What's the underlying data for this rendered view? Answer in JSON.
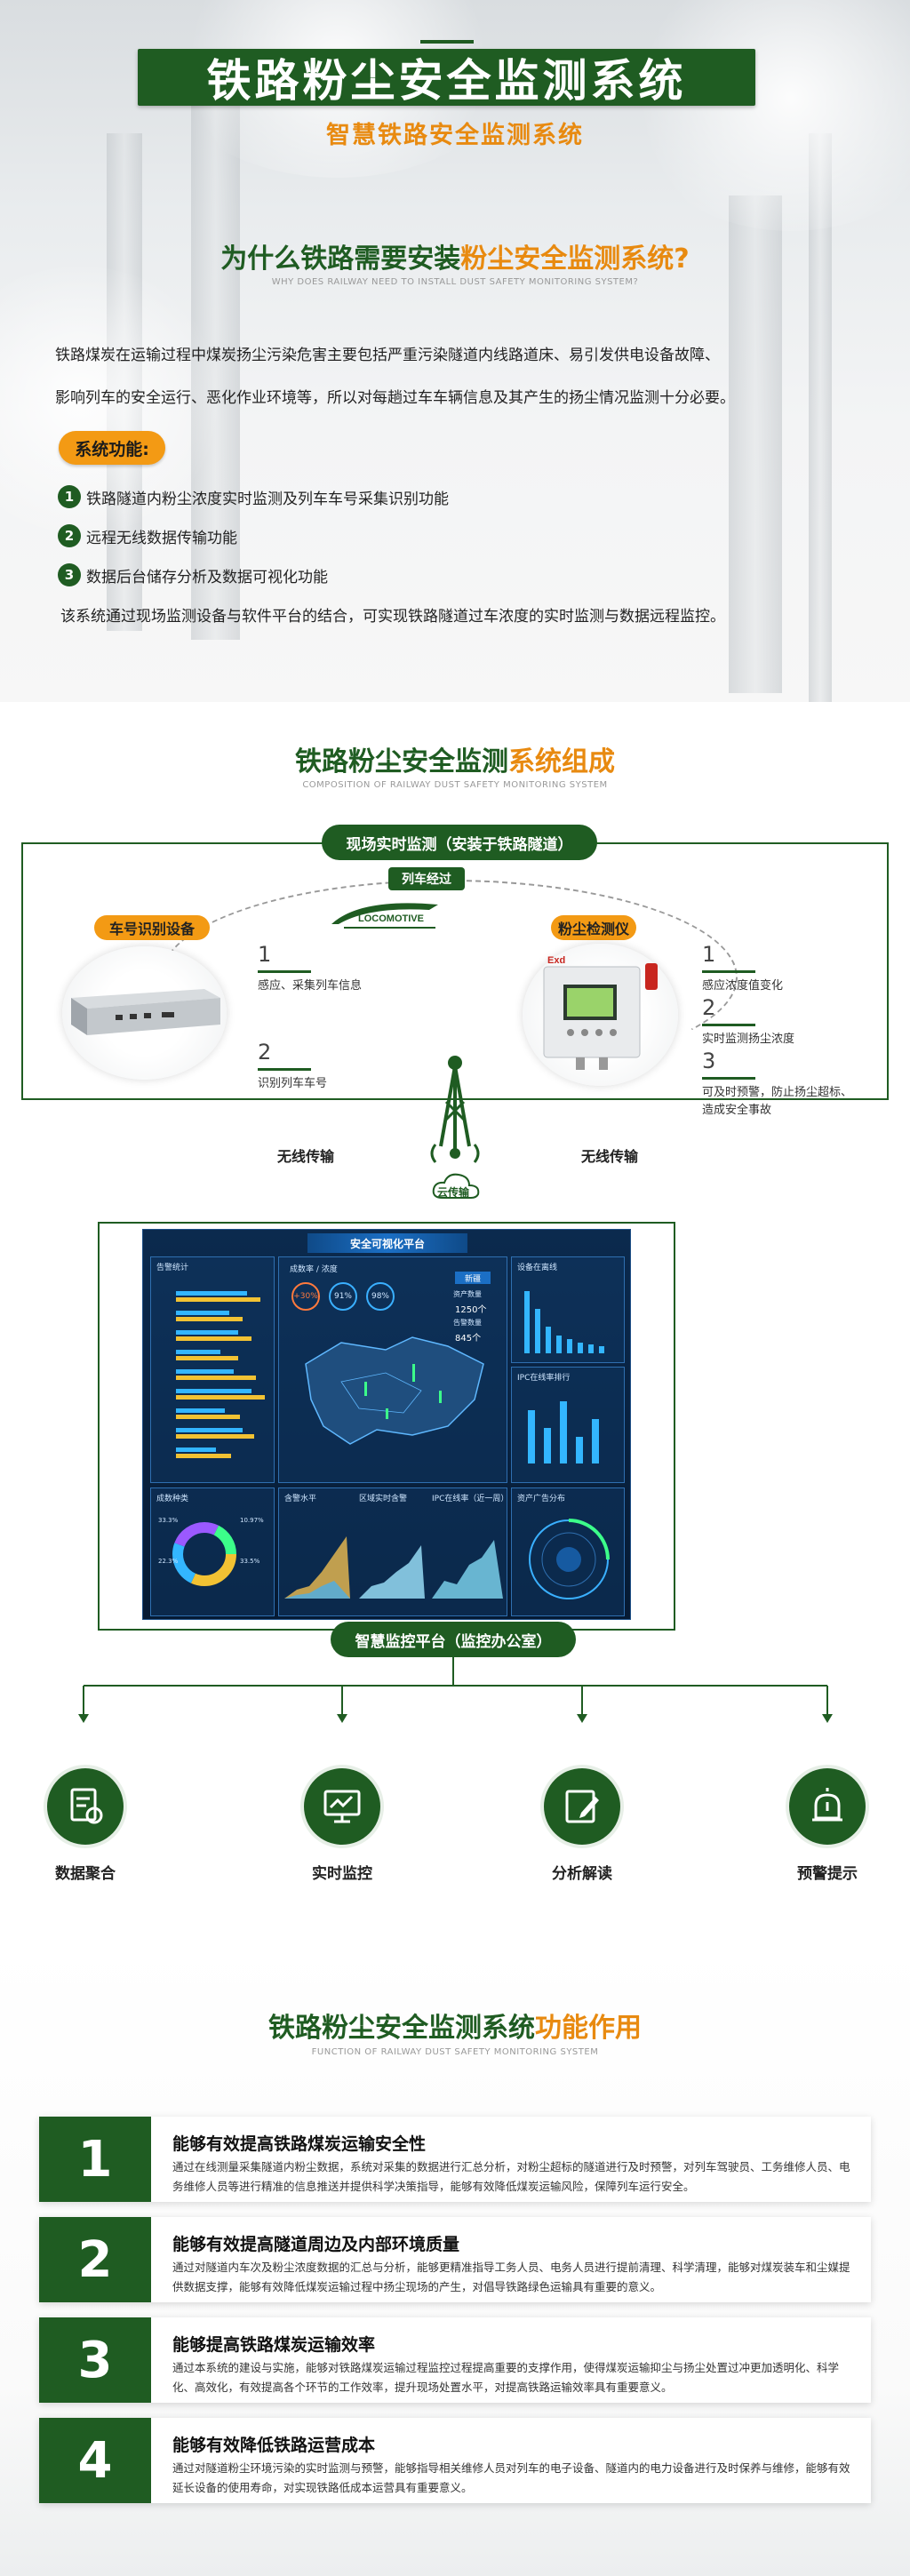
{
  "header": {
    "title": "铁路粉尘安全监测系统",
    "subtitle": "智慧铁路安全监测系统"
  },
  "why": {
    "title_main": "为什么铁路需要安装",
    "title_highlight": "粉尘安全监测系统?",
    "english": "WHY DOES RAILWAY NEED TO INSTALL DUST SAFETY MONITORING SYSTEM?",
    "paragraph_line1": "铁路煤炭在运输过程中煤炭扬尘污染危害主要包括严重污染隧道内线路道床、易引发供电设备故障、",
    "paragraph_line2": "影响列车的安全运行、恶化作业环境等，所以对每趟过车车辆信息及其产生的扬尘情况监测十分必要。",
    "functions_label": "系统功能:",
    "functions": [
      {
        "num": "1",
        "text": "铁路隧道内粉尘浓度实时监测及列车车号采集识别功能"
      },
      {
        "num": "2",
        "text": "远程无线数据传输功能"
      },
      {
        "num": "3",
        "text": "数据后台储存分析及数据可视化功能"
      }
    ],
    "summary": "该系统通过现场监测设备与软件平台的结合，可实现铁路隧道过车浓度的实时监测与数据远程监控。"
  },
  "composition": {
    "title_main": "铁路粉尘安全监测",
    "title_highlight": "系统组成",
    "english": "COMPOSITION OF RAILWAY DUST SAFETY MONITORING SYSTEM",
    "onsite_label": "现场实时监测（安装于铁路隧道）",
    "train_pass": "列车经过",
    "locomotive": "LOCOMOTIVE",
    "left_device": "车号识别设备",
    "right_device": "粉尘检测仪",
    "exd": "Exd",
    "left_steps": [
      {
        "num": "1",
        "text": "感应、采集列车信息"
      },
      {
        "num": "2",
        "text": "识别列车车号"
      }
    ],
    "right_steps": [
      {
        "num": "1",
        "text": "感应浓度值变化"
      },
      {
        "num": "2",
        "text": "实时监测扬尘浓度"
      },
      {
        "num": "3",
        "text": "可及时预警，防止扬尘超标、\n造成安全事故"
      }
    ],
    "wireless_left": "无线传输",
    "wireless_right": "无线传输",
    "cloud": "云传输",
    "platform_label": "智慧监控平台（监控办公室）",
    "dashboard": {
      "title": "安全可视化平台",
      "panel_alarm": "告警统计",
      "panel_stats": "成数率 / 浓度",
      "stat_pct1": "+30%",
      "stat_pct2": "91%",
      "stat_pct3": "98%",
      "badge_new": "新疆",
      "count_label1": "资产数量",
      "count1": "1250个",
      "count_label2": "告警数量",
      "count2": "845个",
      "panel_device": "设备在离线",
      "panel_ipc": "IPC在线率排行",
      "panel_type": "成数种类",
      "panel_water": "含警水平",
      "panel_area": "区域实时含警",
      "panel_ipc_rate": "IPC在线率（近一周）",
      "panel_asset": "资产广告分布",
      "pie_pct1": "33.3%",
      "pie_pct2": "10.97%",
      "pie_pct3": "22.3%",
      "pie_pct4": "33.5%"
    },
    "outputs": [
      {
        "icon": "report-icon",
        "label": "数据聚合"
      },
      {
        "icon": "monitor-icon",
        "label": "实时监控"
      },
      {
        "icon": "edit-icon",
        "label": "分析解读"
      },
      {
        "icon": "alarm-icon",
        "label": "预警提示"
      }
    ]
  },
  "function": {
    "title_main": "铁路粉尘安全监测系统",
    "title_highlight": "功能作用",
    "english": "FUNCTION OF RAILWAY DUST SAFETY MONITORING SYSTEM",
    "cards": [
      {
        "num": "1",
        "title": "能够有效提高铁路煤炭运输安全性",
        "desc": "通过在线测量采集隧道内粉尘数据，系统对采集的数据进行汇总分析，对粉尘超标的隧道进行及时预警，对列车驾驶员、工务维修人员、电务维修人员等进行精准的信息推送并提供科学决策指导，能够有效降低煤炭运输风险，保障列车运行安全。"
      },
      {
        "num": "2",
        "title": "能够有效提高隧道周边及内部环境质量",
        "desc": "通过对隧道内车次及粉尘浓度数据的汇总与分析，能够更精准指导工务人员、电务人员进行提前清理、科学清理，能够对煤炭装车和尘媒提供数据支撑，能够有效降低煤炭运输过程中扬尘现场的产生，对倡导铁路绿色运输具有重要的意义。"
      },
      {
        "num": "3",
        "title": "能够提高铁路煤炭运输效率",
        "desc": "通过本系统的建设与实施，能够对铁路煤炭运输过程监控过程提高重要的支撑作用，使得煤炭运输抑尘与扬尘处置过冲更加透明化、科学化、高效化，有效提高各个环节的工作效率，提升现场处置水平，对提高铁路运输效率具有重要意义。"
      },
      {
        "num": "4",
        "title": "能够有效降低铁路运营成本",
        "desc": "通过对隧道粉尘环境污染的实时监测与预警，能够指导相关维修人员对列车的电子设备、隧道内的电力设备进行及时保养与维修，能够有效延长设备的使用寿命，对实现铁路低成本运营具有重要意义。"
      }
    ]
  }
}
